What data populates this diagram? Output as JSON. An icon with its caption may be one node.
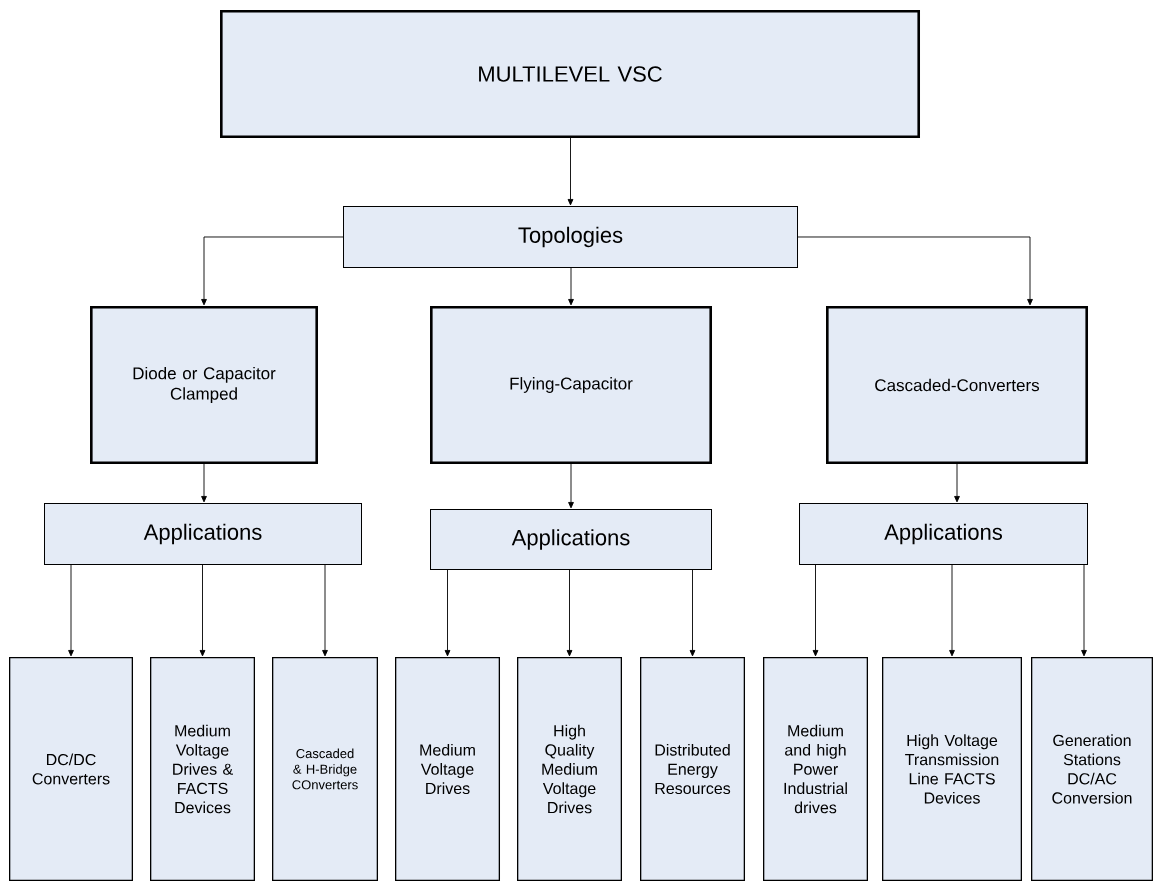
{
  "diagram": {
    "nodes": [
      {
        "text": [
          "MULTILEVEL VSC"
        ]
      },
      {
        "text": [
          "Topologies"
        ]
      },
      {
        "text": [
          "Diode or Capacitor Clamped"
        ]
      },
      {
        "text": [
          "Flying-Capacitor"
        ]
      },
      {
        "text": [
          "Cascaded-Converters"
        ]
      },
      {
        "text": [
          "Applications"
        ]
      },
      {
        "text": [
          "Applications"
        ]
      },
      {
        "text": [
          "Applications"
        ]
      },
      {
        "text": [
          "DC/DC Converters"
        ]
      },
      {
        "text": [
          "Medium Voltage Drives & FACTS Devices"
        ]
      },
      {
        "text": [
          "Cascaded & H-Bridge COnverters"
        ]
      },
      {
        "text": [
          "Medium Voltage Drives"
        ]
      },
      {
        "text": [
          "High Quality Medium Voltage Drives"
        ]
      },
      {
        "text": [
          "Distributed Energy Resources"
        ]
      },
      {
        "text": [
          "Medium and high Power Industrial drives"
        ]
      },
      {
        "text": [
          "High Voltage Transmission Line FACTS Devices"
        ]
      },
      {
        "text": [
          "Generation Stations DC/AC Conversion"
        ]
      }
    ],
    "edges": [
      {
        "from": 0,
        "to": 1,
        "arrow": "to"
      },
      {
        "from": 1,
        "to": 2,
        "arrow": "to"
      },
      {
        "from": 1,
        "to": 3,
        "arrow": "to"
      },
      {
        "from": 1,
        "to": 4,
        "arrow": "to"
      },
      {
        "from": 2,
        "to": 5,
        "arrow": "to"
      },
      {
        "from": 3,
        "to": 6,
        "arrow": "to"
      },
      {
        "from": 4,
        "to": 7,
        "arrow": "to"
      },
      {
        "from": 5,
        "to": 8,
        "arrow": "to"
      },
      {
        "from": 5,
        "to": 9,
        "arrow": "to"
      },
      {
        "from": 5,
        "to": 10,
        "arrow": "to"
      },
      {
        "from": 6,
        "to": 11,
        "arrow": "to"
      },
      {
        "from": 6,
        "to": 12,
        "arrow": "to"
      },
      {
        "from": 6,
        "to": 13,
        "arrow": "to"
      },
      {
        "from": 7,
        "to": 14,
        "arrow": "to"
      },
      {
        "from": 7,
        "to": 15,
        "arrow": "to"
      },
      {
        "from": 7,
        "to": 16,
        "arrow": "to"
      }
    ]
  }
}
